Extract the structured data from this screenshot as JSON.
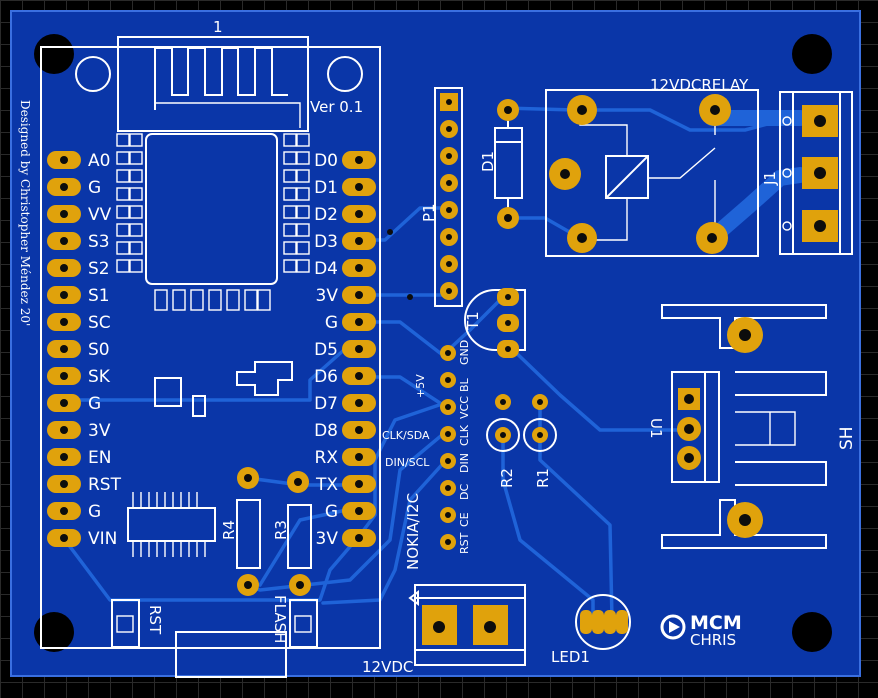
{
  "board": {
    "designer_text": "Designed by Christopher Méndez 20'",
    "version_text": "Ver 0.1",
    "module_number": "1",
    "colors": {
      "board": "#0a36a8",
      "trace": "#1f63d8",
      "pad": "#e0a20c",
      "silk": "#ffffff"
    }
  },
  "left_pins": [
    "A0",
    "G",
    "VV",
    "S3",
    "S2",
    "S1",
    "SC",
    "S0",
    "SK",
    "G",
    "3V",
    "EN",
    "RST",
    "G",
    "VIN"
  ],
  "right_pins": [
    "D0",
    "D1",
    "D2",
    "D3",
    "D4",
    "3V",
    "G",
    "D5",
    "D6",
    "D7",
    "D8",
    "RX",
    "TX",
    "G",
    "3V"
  ],
  "components": {
    "p1": "P1",
    "d1": "D1",
    "t1": "T1",
    "relay": "12VDCRELAY",
    "j1": "J1",
    "u1": "U1",
    "sh": "SH",
    "r1": "R1",
    "r2": "R2",
    "r3": "R3",
    "r4": "R4",
    "led1": "LED1",
    "rst": "RST",
    "flash": "FLASH",
    "power": "12VDC",
    "nokia": "NOKIA/I2C"
  },
  "lcd_pins": [
    "GND",
    "BL",
    "VCC",
    "CLK",
    "DIN",
    "DC",
    "CE",
    "RST"
  ],
  "lcd_side_labels": [
    "+5V",
    "CLK/SDA",
    "DIN/SCL"
  ],
  "logo": {
    "mark": "MCM",
    "text": "CHRIS"
  }
}
